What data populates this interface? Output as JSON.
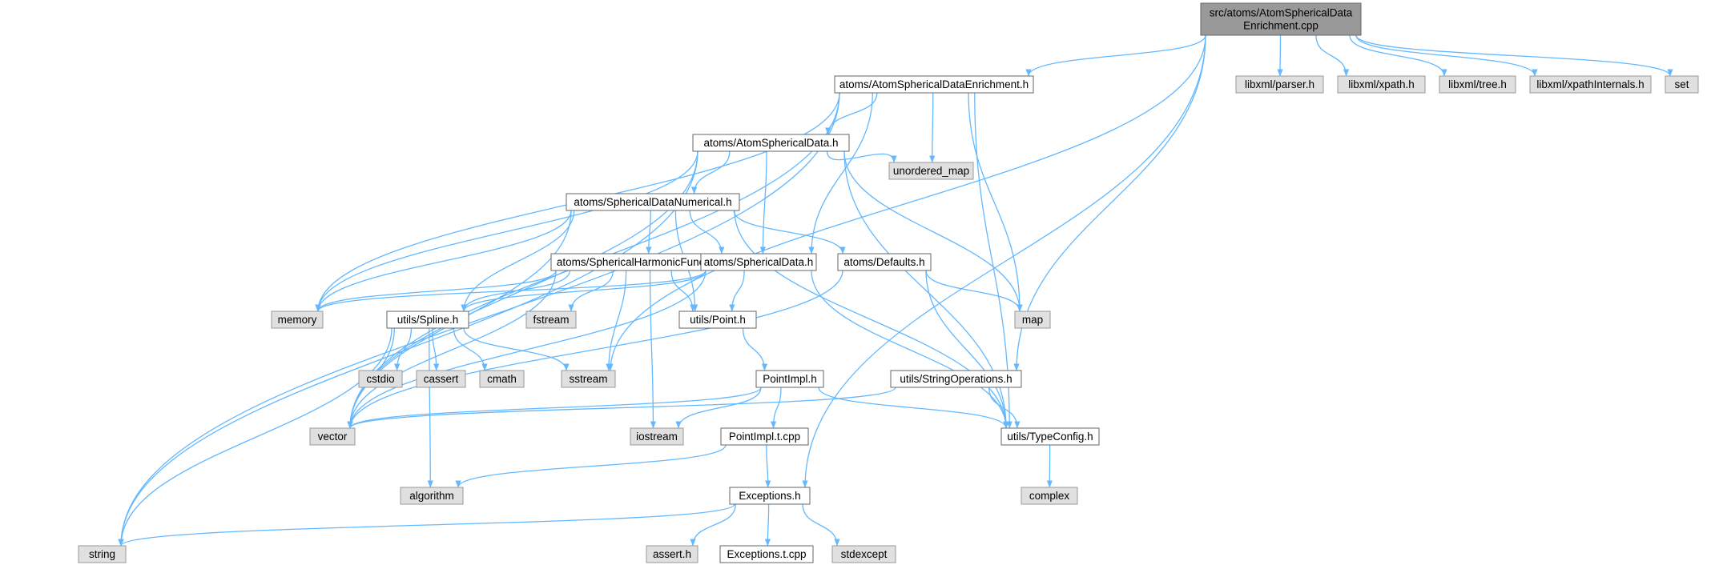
{
  "colors": {
    "edge": "#63b8ff",
    "root_fill": "#999999",
    "root_border": "#666666",
    "file_fill": "#ffffff",
    "file_border": "#666666",
    "system_fill": "#e0e0e0",
    "system_border": "#999999"
  },
  "diagram": {
    "nodes": [
      {
        "id": "root",
        "lines": [
          "src/atoms/AtomSphericalData",
          "Enrichment.cpp"
        ],
        "kind": "root"
      },
      {
        "id": "ase_h",
        "lines": [
          "atoms/AtomSphericalDataEnrichment.h"
        ],
        "kind": "file"
      },
      {
        "id": "parser",
        "lines": [
          "libxml/parser.h"
        ],
        "kind": "system"
      },
      {
        "id": "xpath",
        "lines": [
          "libxml/xpath.h"
        ],
        "kind": "system"
      },
      {
        "id": "tree",
        "lines": [
          "libxml/tree.h"
        ],
        "kind": "system"
      },
      {
        "id": "xpathint",
        "lines": [
          "libxml/xpathInternals.h"
        ],
        "kind": "system"
      },
      {
        "id": "set",
        "lines": [
          "set"
        ],
        "kind": "system"
      },
      {
        "id": "asd_h",
        "lines": [
          "atoms/AtomSphericalData.h"
        ],
        "kind": "file"
      },
      {
        "id": "umap",
        "lines": [
          "unordered_map"
        ],
        "kind": "system"
      },
      {
        "id": "sdn_h",
        "lines": [
          "atoms/SphericalDataNumerical.h"
        ],
        "kind": "file"
      },
      {
        "id": "shf_h",
        "lines": [
          "atoms/SphericalHarmonicFunctions.h"
        ],
        "kind": "file"
      },
      {
        "id": "sd_h",
        "lines": [
          "atoms/SphericalData.h"
        ],
        "kind": "file"
      },
      {
        "id": "def_h",
        "lines": [
          "atoms/Defaults.h"
        ],
        "kind": "file"
      },
      {
        "id": "memory",
        "lines": [
          "memory"
        ],
        "kind": "system"
      },
      {
        "id": "map",
        "lines": [
          "map"
        ],
        "kind": "system"
      },
      {
        "id": "spline",
        "lines": [
          "utils/Spline.h"
        ],
        "kind": "file"
      },
      {
        "id": "fstream",
        "lines": [
          "fstream"
        ],
        "kind": "system"
      },
      {
        "id": "point",
        "lines": [
          "utils/Point.h"
        ],
        "kind": "file"
      },
      {
        "id": "cstdio",
        "lines": [
          "cstdio"
        ],
        "kind": "system"
      },
      {
        "id": "cassert",
        "lines": [
          "cassert"
        ],
        "kind": "system"
      },
      {
        "id": "cmath",
        "lines": [
          "cmath"
        ],
        "kind": "system"
      },
      {
        "id": "sstream",
        "lines": [
          "sstream"
        ],
        "kind": "system"
      },
      {
        "id": "pimpl",
        "lines": [
          "PointImpl.h"
        ],
        "kind": "file"
      },
      {
        "id": "strops",
        "lines": [
          "utils/StringOperations.h"
        ],
        "kind": "file"
      },
      {
        "id": "vector",
        "lines": [
          "vector"
        ],
        "kind": "system"
      },
      {
        "id": "iostream",
        "lines": [
          "iostream"
        ],
        "kind": "system"
      },
      {
        "id": "pimplt",
        "lines": [
          "PointImpl.t.cpp"
        ],
        "kind": "file"
      },
      {
        "id": "typecfg",
        "lines": [
          "utils/TypeConfig.h"
        ],
        "kind": "file"
      },
      {
        "id": "algorithm",
        "lines": [
          "algorithm"
        ],
        "kind": "system"
      },
      {
        "id": "complex",
        "lines": [
          "complex"
        ],
        "kind": "system"
      },
      {
        "id": "exc",
        "lines": [
          "Exceptions.h"
        ],
        "kind": "file"
      },
      {
        "id": "string",
        "lines": [
          "string"
        ],
        "kind": "system"
      },
      {
        "id": "asserth",
        "lines": [
          "assert.h"
        ],
        "kind": "system"
      },
      {
        "id": "exct",
        "lines": [
          "Exceptions.t.cpp"
        ],
        "kind": "file"
      },
      {
        "id": "stdexcept",
        "lines": [
          "stdexcept"
        ],
        "kind": "system"
      }
    ],
    "edges": [
      [
        "root",
        "ase_h"
      ],
      [
        "root",
        "parser"
      ],
      [
        "root",
        "xpath"
      ],
      [
        "root",
        "tree"
      ],
      [
        "root",
        "xpathint"
      ],
      [
        "root",
        "set"
      ],
      [
        "root",
        "sstream"
      ],
      [
        "root",
        "strops"
      ],
      [
        "root",
        "exc"
      ],
      [
        "ase_h",
        "asd_h"
      ],
      [
        "ase_h",
        "umap"
      ],
      [
        "ase_h",
        "map"
      ],
      [
        "ase_h",
        "typecfg"
      ],
      [
        "ase_h",
        "sd_h"
      ],
      [
        "ase_h",
        "memory"
      ],
      [
        "ase_h",
        "vector"
      ],
      [
        "ase_h",
        "string"
      ],
      [
        "asd_h",
        "sdn_h"
      ],
      [
        "asd_h",
        "sd_h"
      ],
      [
        "asd_h",
        "umap"
      ],
      [
        "asd_h",
        "map"
      ],
      [
        "asd_h",
        "typecfg"
      ],
      [
        "asd_h",
        "memory"
      ],
      [
        "asd_h",
        "vector"
      ],
      [
        "asd_h",
        "string"
      ],
      [
        "sdn_h",
        "shf_h"
      ],
      [
        "sdn_h",
        "sd_h"
      ],
      [
        "sdn_h",
        "def_h"
      ],
      [
        "sdn_h",
        "point"
      ],
      [
        "sdn_h",
        "spline"
      ],
      [
        "sdn_h",
        "memory"
      ],
      [
        "sdn_h",
        "vector"
      ],
      [
        "sdn_h",
        "typecfg"
      ],
      [
        "shf_h",
        "memory"
      ],
      [
        "shf_h",
        "spline"
      ],
      [
        "shf_h",
        "fstream"
      ],
      [
        "shf_h",
        "sstream"
      ],
      [
        "shf_h",
        "iostream"
      ],
      [
        "shf_h",
        "point"
      ],
      [
        "shf_h",
        "vector"
      ],
      [
        "sd_h",
        "memory"
      ],
      [
        "sd_h",
        "spline"
      ],
      [
        "sd_h",
        "point"
      ],
      [
        "sd_h",
        "vector"
      ],
      [
        "sd_h",
        "typecfg"
      ],
      [
        "def_h",
        "map"
      ],
      [
        "def_h",
        "typecfg"
      ],
      [
        "def_h",
        "vector"
      ],
      [
        "spline",
        "cstdio"
      ],
      [
        "spline",
        "cassert"
      ],
      [
        "spline",
        "cmath"
      ],
      [
        "spline",
        "sstream"
      ],
      [
        "spline",
        "vector"
      ],
      [
        "spline",
        "algorithm"
      ],
      [
        "spline",
        "string"
      ],
      [
        "point",
        "pimpl"
      ],
      [
        "pimpl",
        "vector"
      ],
      [
        "pimpl",
        "iostream"
      ],
      [
        "pimpl",
        "pimplt"
      ],
      [
        "pimpl",
        "typecfg"
      ],
      [
        "pimplt",
        "algorithm"
      ],
      [
        "pimplt",
        "exc"
      ],
      [
        "strops",
        "vector"
      ],
      [
        "strops",
        "typecfg"
      ],
      [
        "typecfg",
        "complex"
      ],
      [
        "exc",
        "string"
      ],
      [
        "exc",
        "asserth"
      ],
      [
        "exc",
        "exct"
      ],
      [
        "exc",
        "stdexcept"
      ]
    ]
  }
}
